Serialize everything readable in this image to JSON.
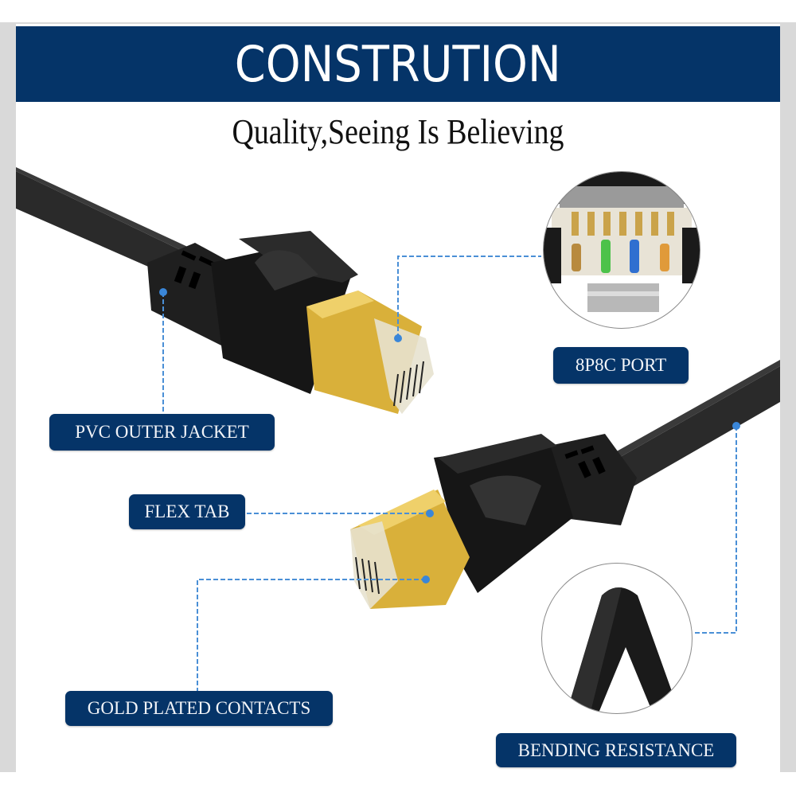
{
  "header": {
    "title": "CONSTRUTION",
    "subtitle": "Quality,Seeing Is Believing"
  },
  "labels": [
    {
      "id": "pvc-outer-jacket",
      "text": "PVC OUTER JACKET"
    },
    {
      "id": "8p8c-port",
      "text": "8P8C PORT"
    },
    {
      "id": "flex-tab",
      "text": "FLEX TAB"
    },
    {
      "id": "gold-plated-contacts",
      "text": "GOLD PLATED CONTACTS"
    },
    {
      "id": "bending-resistance",
      "text": "BENDING RESISTANCE"
    }
  ],
  "colors": {
    "navy": "#053468",
    "callout_line": "#4a8fd6",
    "cable": "#1c1c1c",
    "gold": "#d9b03a",
    "frame_gray": "#d9d9d9"
  },
  "images": [
    {
      "id": "top-connector",
      "icon": "ethernet-plug-icon"
    },
    {
      "id": "bottom-connector",
      "icon": "ethernet-plug-icon"
    },
    {
      "id": "port-closeup",
      "icon": "rj45-contacts-icon"
    },
    {
      "id": "bend-closeup",
      "icon": "bent-flat-cable-icon"
    }
  ]
}
